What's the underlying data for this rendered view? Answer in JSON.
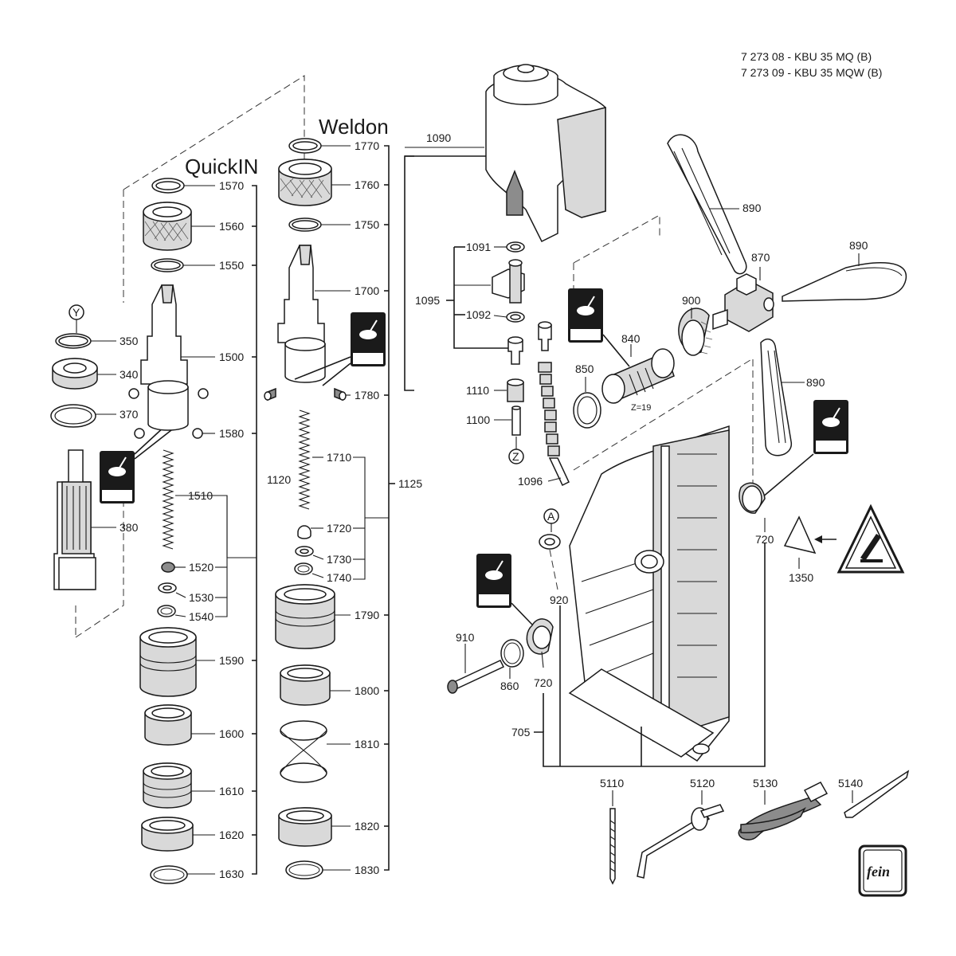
{
  "header": {
    "line1": "7 273 08 - KBU 35 MQ (B)",
    "line2": "7 273 09 - KBU 35 MQW (B)"
  },
  "titles": {
    "quickin": "QuickIN",
    "weldon": "Weldon"
  },
  "markers": {
    "y": "Y",
    "z": "Z",
    "a": "A",
    "z19": "Z=19"
  },
  "labels": {
    "p350": "350",
    "p340": "340",
    "p370": "370",
    "p380": "380",
    "p1570": "1570",
    "p1560": "1560",
    "p1550": "1550",
    "p1500": "1500",
    "p1580": "1580",
    "p1510": "1510",
    "p1520": "1520",
    "p1530": "1530",
    "p1540": "1540",
    "p1590": "1590",
    "p1600": "1600",
    "p1610": "1610",
    "p1620": "1620",
    "p1630": "1630",
    "p1120": "1120",
    "p1770": "1770",
    "p1760": "1760",
    "p1750": "1750",
    "p1700": "1700",
    "p1780": "1780",
    "p1710": "1710",
    "p1720": "1720",
    "p1730": "1730",
    "p1740": "1740",
    "p1790": "1790",
    "p1800": "1800",
    "p1810": "1810",
    "p1820": "1820",
    "p1830": "1830",
    "p1125": "1125",
    "p1090": "1090",
    "p1091": "1091",
    "p1095": "1095",
    "p1092": "1092",
    "p1110": "1110",
    "p1100": "1100",
    "p1096": "1096",
    "p890a": "890",
    "p890b": "890",
    "p890c": "890",
    "p870": "870",
    "p900": "900",
    "p840": "840",
    "p850": "850",
    "p720a": "720",
    "p720b": "720",
    "p1350": "1350",
    "p920": "920",
    "p910": "910",
    "p860": "860",
    "p705": "705",
    "p5110": "5110",
    "p5120": "5120",
    "p5130": "5130",
    "p5140": "5140"
  },
  "logo": {
    "text": "fein"
  }
}
